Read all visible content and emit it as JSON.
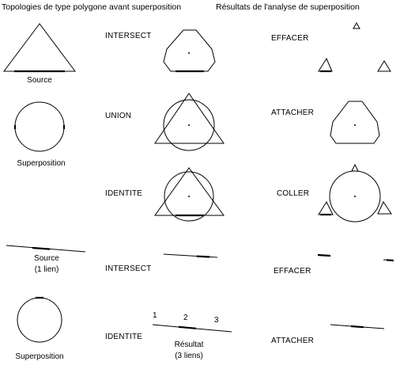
{
  "headers": {
    "left": "Topologies de type polygone avant superposition",
    "right": "Résultats de l'analyse de superposition"
  },
  "labels": {
    "source": "Source",
    "superposition_1": "Superposition",
    "source_line": "Source",
    "one_link": "(1 lien)",
    "superposition_2": "Superposition",
    "result": "Résultat",
    "three_links": "(3 liens)"
  },
  "operations": {
    "intersect_1": "INTERSECT",
    "union": "UNION",
    "identite_1": "IDENTITE",
    "intersect_2": "INTERSECT",
    "identite_2": "IDENTITE"
  },
  "results": {
    "effacer_1": "EFFACER",
    "attacher_1": "ATTACHER",
    "coller": "COLLER",
    "effacer_2": "EFFACER",
    "attacher_2": "ATTACHER"
  },
  "link_numbers": [
    "1",
    "2",
    "3"
  ]
}
